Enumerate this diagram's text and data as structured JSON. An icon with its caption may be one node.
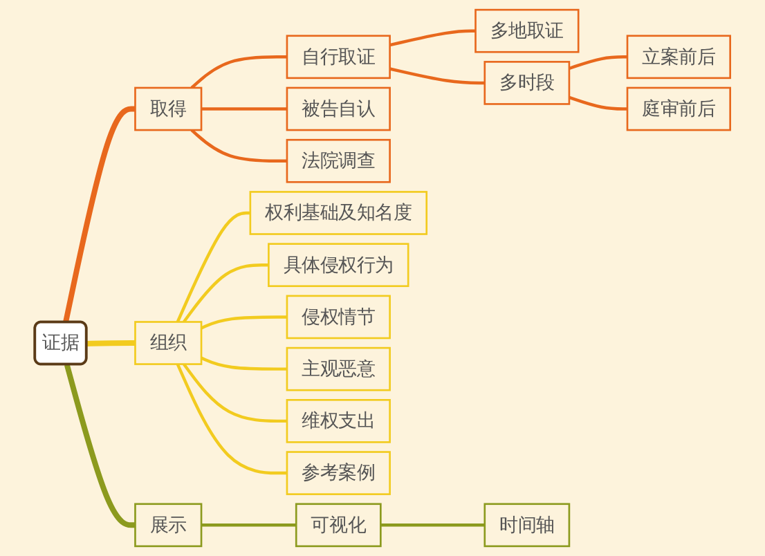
{
  "diagram": {
    "nodes": [
      {
        "text": [
          "证据"
        ]
      },
      {
        "text": [
          "取得"
        ]
      },
      {
        "text": [
          "自行取证"
        ]
      },
      {
        "text": [
          "多地取证"
        ]
      },
      {
        "text": [
          "多时段"
        ]
      },
      {
        "text": [
          "立案前后"
        ]
      },
      {
        "text": [
          "庭审前后"
        ]
      },
      {
        "text": [
          "被告自认"
        ]
      },
      {
        "text": [
          "法院调查"
        ]
      },
      {
        "text": [
          "组织"
        ]
      },
      {
        "text": [
          "权利基础及知名度"
        ]
      },
      {
        "text": [
          "具体侵权行为"
        ]
      },
      {
        "text": [
          "侵权情节"
        ]
      },
      {
        "text": [
          "主观恶意"
        ]
      },
      {
        "text": [
          "维权支出"
        ]
      },
      {
        "text": [
          "参考案例"
        ]
      },
      {
        "text": [
          "展示"
        ]
      },
      {
        "text": [
          "可视化"
        ]
      },
      {
        "text": [
          "时间轴"
        ]
      }
    ],
    "edges": [
      {
        "from": 0,
        "to": 1,
        "arrow": "none",
        "style": "thick"
      },
      {
        "from": 1,
        "to": 2,
        "arrow": "none"
      },
      {
        "from": 2,
        "to": 3,
        "arrow": "none"
      },
      {
        "from": 2,
        "to": 4,
        "arrow": "none"
      },
      {
        "from": 4,
        "to": 5,
        "arrow": "none"
      },
      {
        "from": 4,
        "to": 6,
        "arrow": "none"
      },
      {
        "from": 1,
        "to": 7,
        "arrow": "none"
      },
      {
        "from": 1,
        "to": 8,
        "arrow": "none"
      },
      {
        "from": 0,
        "to": 9,
        "arrow": "none",
        "style": "thick",
        "color": "#f2cb1f"
      },
      {
        "from": 9,
        "to": 10,
        "arrow": "none",
        "color": "#f2cb1f"
      },
      {
        "from": 9,
        "to": 11,
        "arrow": "none",
        "color": "#f2cb1f"
      },
      {
        "from": 9,
        "to": 12,
        "arrow": "none",
        "color": "#f2cb1f"
      },
      {
        "from": 9,
        "to": 13,
        "arrow": "none",
        "color": "#f2cb1f"
      },
      {
        "from": 9,
        "to": 14,
        "arrow": "none",
        "color": "#f2cb1f"
      },
      {
        "from": 9,
        "to": 15,
        "arrow": "none",
        "color": "#f2cb1f"
      },
      {
        "from": 0,
        "to": 16,
        "arrow": "none",
        "style": "thick",
        "color": "#8c9a1e"
      },
      {
        "from": 16,
        "to": 17,
        "arrow": "none",
        "color": "#8c9a1e"
      },
      {
        "from": 17,
        "to": 18,
        "arrow": "none",
        "color": "#8c9a1e"
      }
    ]
  }
}
